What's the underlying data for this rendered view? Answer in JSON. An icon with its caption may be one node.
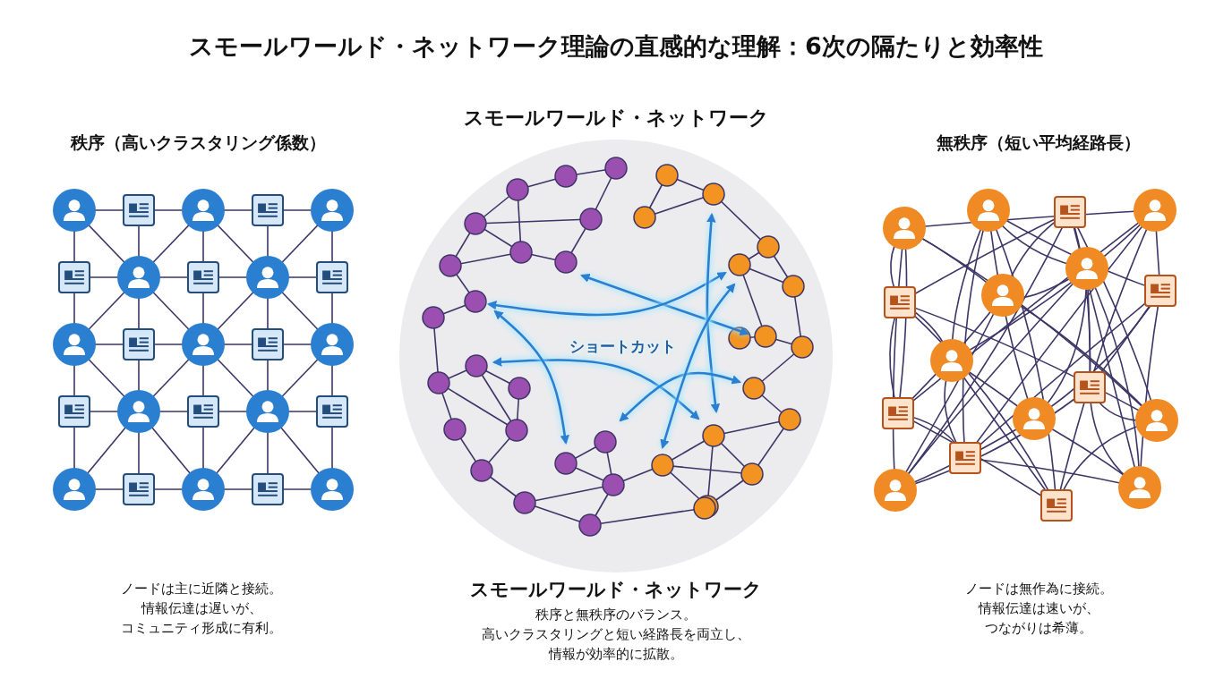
{
  "diagram": {
    "title": "スモールワールド・ネットワーク理論の直感的な理解：6次の隔たりと効率性",
    "labels": [
      "スモールワールド・ネットワーク",
      "秩序（高いクラスタリング係数）",
      "無秩序（短い平均経路長）",
      "ショートカット",
      "ノードは主に近隣と接続。情報伝達は遅いが、コミュニティ形成に有利。",
      "スモールワールド・ネットワーク",
      "秩序と無秩序のバランス。高いクラスタリングと短い経路長を両立し、情報が効率的に拡散。",
      "ノードは無作為に接続。情報伝達は速いが、つながりは希薄。"
    ]
  }
}
